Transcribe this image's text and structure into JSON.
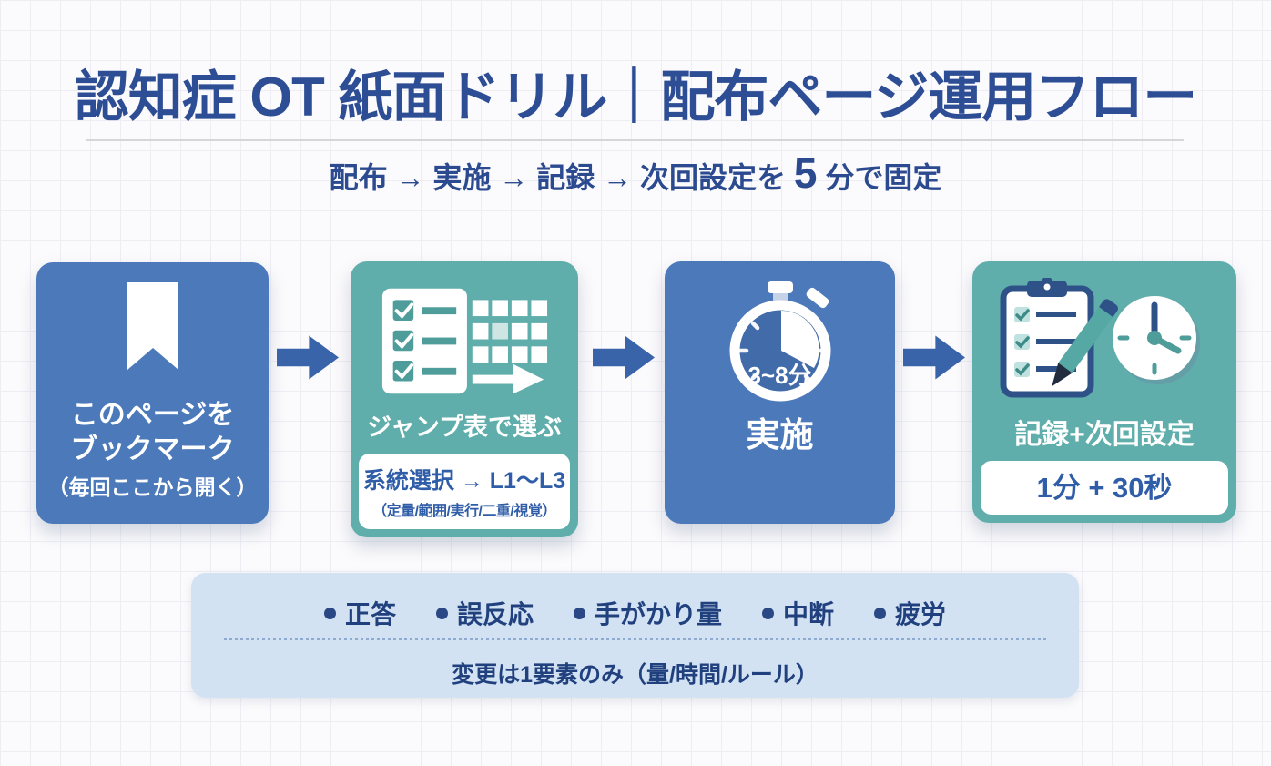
{
  "header": {
    "title": "認知症 OT 紙面ドリル｜配布ページ運用フロー",
    "subtitle_pre": "配布 → 実施 → 記録 → 次回設定を ",
    "subtitle_big": "5",
    "subtitle_post": " 分で固定"
  },
  "flow": {
    "step1": {
      "icon": "bookmark-icon",
      "line1": "このページを",
      "line2": "ブックマーク",
      "note": "（毎回ここから開く）"
    },
    "step2": {
      "icon": "checklist-table-icon",
      "label": "ジャンプ表で選ぶ",
      "detail_title": "系統選択 → L1〜L3",
      "detail_note": "（定量/範囲/実行/二重/視覚）"
    },
    "step3": {
      "icon": "stopwatch-icon",
      "timer": "3~8分",
      "label": "実施"
    },
    "step4": {
      "icon": "clipboard-pencil-clock-icon",
      "label": "記録+次回設定",
      "detail": "1分 + 30秒"
    }
  },
  "record_panel": {
    "items": [
      "正答",
      "誤反応",
      "手がかり量",
      "中断",
      "疲労"
    ],
    "note": "変更は1要素のみ（量/時間/ルール）"
  },
  "colors": {
    "background": "#fbfafc",
    "title_navy": "#2d4d94",
    "box_blue": "#4b79ba",
    "box_teal": "#60aeab",
    "arrow_blue": "#3a64aa",
    "panel_light_blue": "#d2e2f3",
    "detail_text_blue": "#2f5da8",
    "panel_text_navy": "#21407e"
  }
}
